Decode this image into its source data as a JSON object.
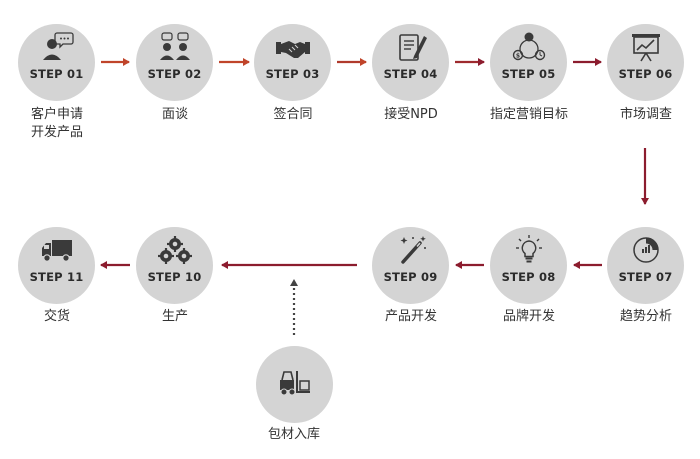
{
  "colors": {
    "node_fill": "#d4d4d4",
    "icon": "#3a3a3a",
    "arrow_light": "#c0442a",
    "arrow_dark": "#8c1c2e",
    "dotted": "#555555"
  },
  "nodes": [
    {
      "id": "step-01",
      "step": "STEP 01",
      "label": [
        "客户申请",
        "开发产品"
      ],
      "icon": "customer-chat-icon"
    },
    {
      "id": "step-02",
      "step": "STEP 02",
      "label": [
        "面谈"
      ],
      "icon": "interview-icon"
    },
    {
      "id": "step-03",
      "step": "STEP 03",
      "label": [
        "签合同"
      ],
      "icon": "handshake-icon"
    },
    {
      "id": "step-04",
      "step": "STEP 04",
      "label": [
        "接受NPD"
      ],
      "icon": "document-pen-icon"
    },
    {
      "id": "step-05",
      "step": "STEP 05",
      "label": [
        "指定营销目标"
      ],
      "icon": "marketing-goal-icon"
    },
    {
      "id": "step-06",
      "step": "STEP 06",
      "label": [
        "市场调查"
      ],
      "icon": "presentation-board-icon"
    },
    {
      "id": "step-07",
      "step": "STEP 07",
      "label": [
        "趋势分析"
      ],
      "icon": "pie-chart-icon"
    },
    {
      "id": "step-08",
      "step": "STEP 08",
      "label": [
        "品牌开发"
      ],
      "icon": "lightbulb-icon"
    },
    {
      "id": "step-09",
      "step": "STEP 09",
      "label": [
        "产品开发"
      ],
      "icon": "magic-wand-icon"
    },
    {
      "id": "step-10",
      "step": "STEP 10",
      "label": [
        "生产"
      ],
      "icon": "gears-icon"
    },
    {
      "id": "step-11",
      "step": "STEP 11",
      "label": [
        "交货"
      ],
      "icon": "truck-icon"
    },
    {
      "id": "packaging",
      "step": "",
      "label": [
        "包材入库"
      ],
      "icon": "forklift-icon"
    }
  ]
}
